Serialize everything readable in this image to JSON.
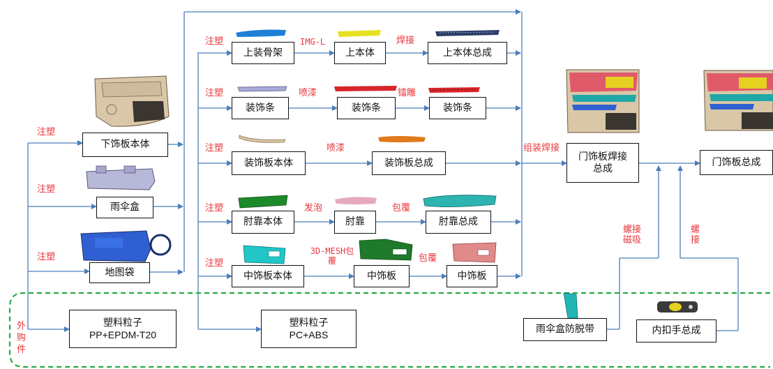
{
  "colors": {
    "line": "#4a7ebb",
    "label": "#e8373c",
    "dashed": "#22aa44",
    "box_border": "#111111"
  },
  "icons": [
    "lower-panel-part-image",
    "umbrella-box-part-image",
    "map-pocket-part-image",
    "upper-frame-part-image",
    "upper-body-part-image",
    "upper-assembly-part-image",
    "trim-strip-part-image",
    "trim-strip-painted-part-image",
    "trim-strip-engraved-part-image",
    "trim-panel-body-part-image",
    "trim-panel-assembly-part-image",
    "armrest-body-part-image",
    "armrest-part-image",
    "armrest-assembly-part-image",
    "middle-panel-body-part-image",
    "middle-panel-part-image",
    "middle-panel-covered-part-image",
    "door-panel-welded-part-image",
    "door-panel-assembly-part-image",
    "umbrella-strap-part-image",
    "handle-assembly-part-image"
  ],
  "boxes": {
    "lower_panel": "下饰板本体",
    "umbrella_box": "雨伞盒",
    "map_pocket": "地图袋",
    "upper_frame": "上装骨架",
    "upper_body": "上本体",
    "upper_assembly": "上本体总成",
    "trim_strip_1": "装饰条",
    "trim_strip_2": "装饰条",
    "trim_strip_3": "装饰条",
    "trim_panel_body": "装饰板本体",
    "trim_panel_assembly": "装饰板总成",
    "armrest_body": "肘靠本体",
    "armrest": "肘靠",
    "armrest_assembly": "肘靠总成",
    "middle_panel_body": "中饰板本体",
    "middle_panel_1": "中饰板",
    "middle_panel_2": "中饰板",
    "door_weld_line1": "门饰板焊接",
    "door_weld_line2": "总成",
    "door_assembly": "门饰板总成",
    "pellet1_line1": "塑料粒子",
    "pellet1_line2": "PP+EPDM-T20",
    "pellet2_line1": "塑料粒子",
    "pellet2_line2": "PC+ABS",
    "umbrella_strap": "雨伞盒防脱带",
    "handle_assembly": "内扣手总成"
  },
  "labels": {
    "inj_lower": "注塑",
    "inj_umbrella": "注塑",
    "inj_map": "注塑",
    "inj_upper": "注塑",
    "img_l": "IMG-L",
    "weld_upper": "焊接",
    "inj_strip": "注塑",
    "spray_strip": "喷漆",
    "engrave": "镭雕",
    "inj_trim": "注塑",
    "spray_trim": "喷漆",
    "inj_armrest": "注塑",
    "foam": "发泡",
    "cover_armrest": "包覆",
    "inj_middle": "注塑",
    "mesh_line1": "3D-MESH包",
    "mesh_line2": "覆",
    "cover_middle": "包覆",
    "assembly_weld": "组装焊接",
    "screw_mag_line1": "螺接",
    "screw_mag_line2": "磁吸",
    "screw_line1": "螺",
    "screw_line2": "接",
    "outsourced_line1": "外",
    "outsourced_line2": "购",
    "outsourced_line3": "件"
  }
}
